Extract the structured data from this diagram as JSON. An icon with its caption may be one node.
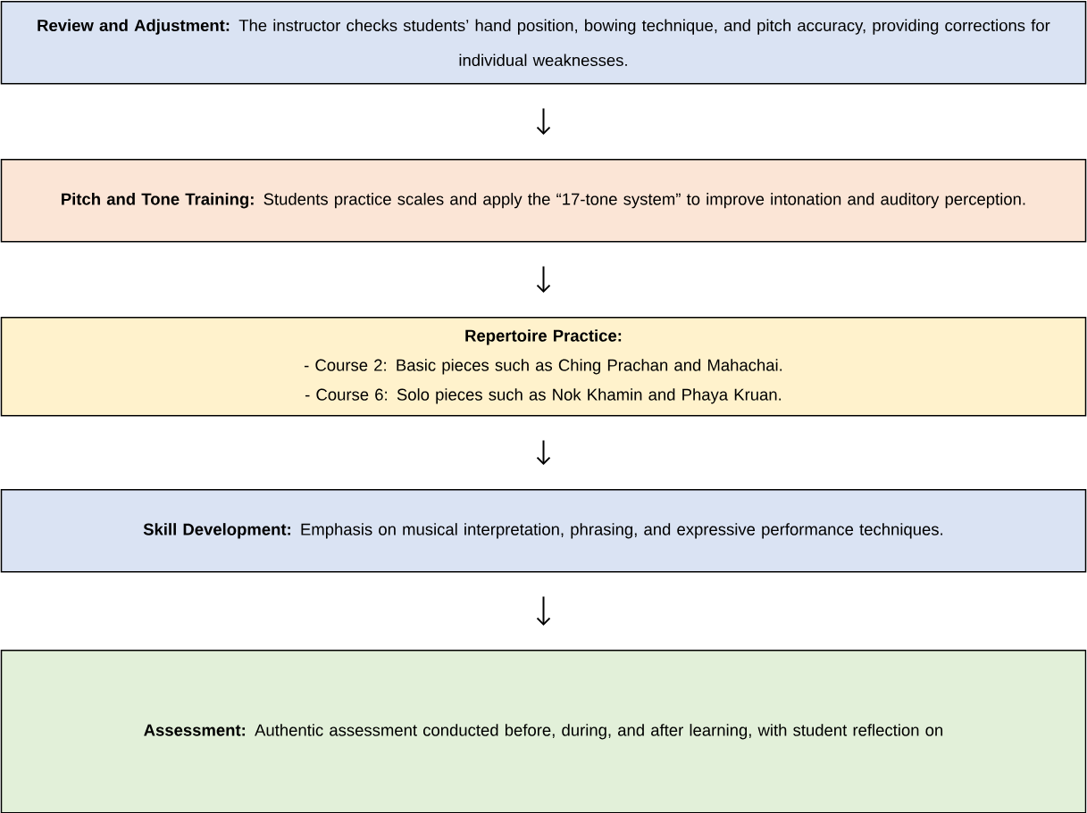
{
  "diagram": {
    "nodes": [
      {
        "text": [
          "**Review and Adjustment:** The instructor checks students’ hand position, bowing technique, and pitch accuracy, providing corrections for individual weaknesses."
        ]
      },
      {
        "text": [
          "**Pitch and Tone Training:** Students practice scales and apply the “17-tone system” to improve intonation and auditory perception."
        ]
      },
      {
        "text": [
          "Repertoire Practice:",
          "- Course 2: Basic pieces such as Ching Prachan and Mahachai.",
          "- Course 6: Solo pieces such as Nok Khamin and Phaya Kruan."
        ]
      },
      {
        "text": [
          "**Skill Development:** Emphasis on musical interpretation, phrasing, and expressive performance techniques."
        ]
      },
      {
        "text": [
          "**Assessment:** Authentic assessment conducted before, during, and after learning, with student reflection on"
        ]
      }
    ],
    "edges": [
      {
        "from": 0,
        "to": 1,
        "arrow": "to"
      },
      {
        "from": 1,
        "to": 2,
        "arrow": "to"
      },
      {
        "from": 2,
        "to": 3,
        "arrow": "to"
      },
      {
        "from": 3,
        "to": 4,
        "arrow": "to"
      }
    ]
  }
}
